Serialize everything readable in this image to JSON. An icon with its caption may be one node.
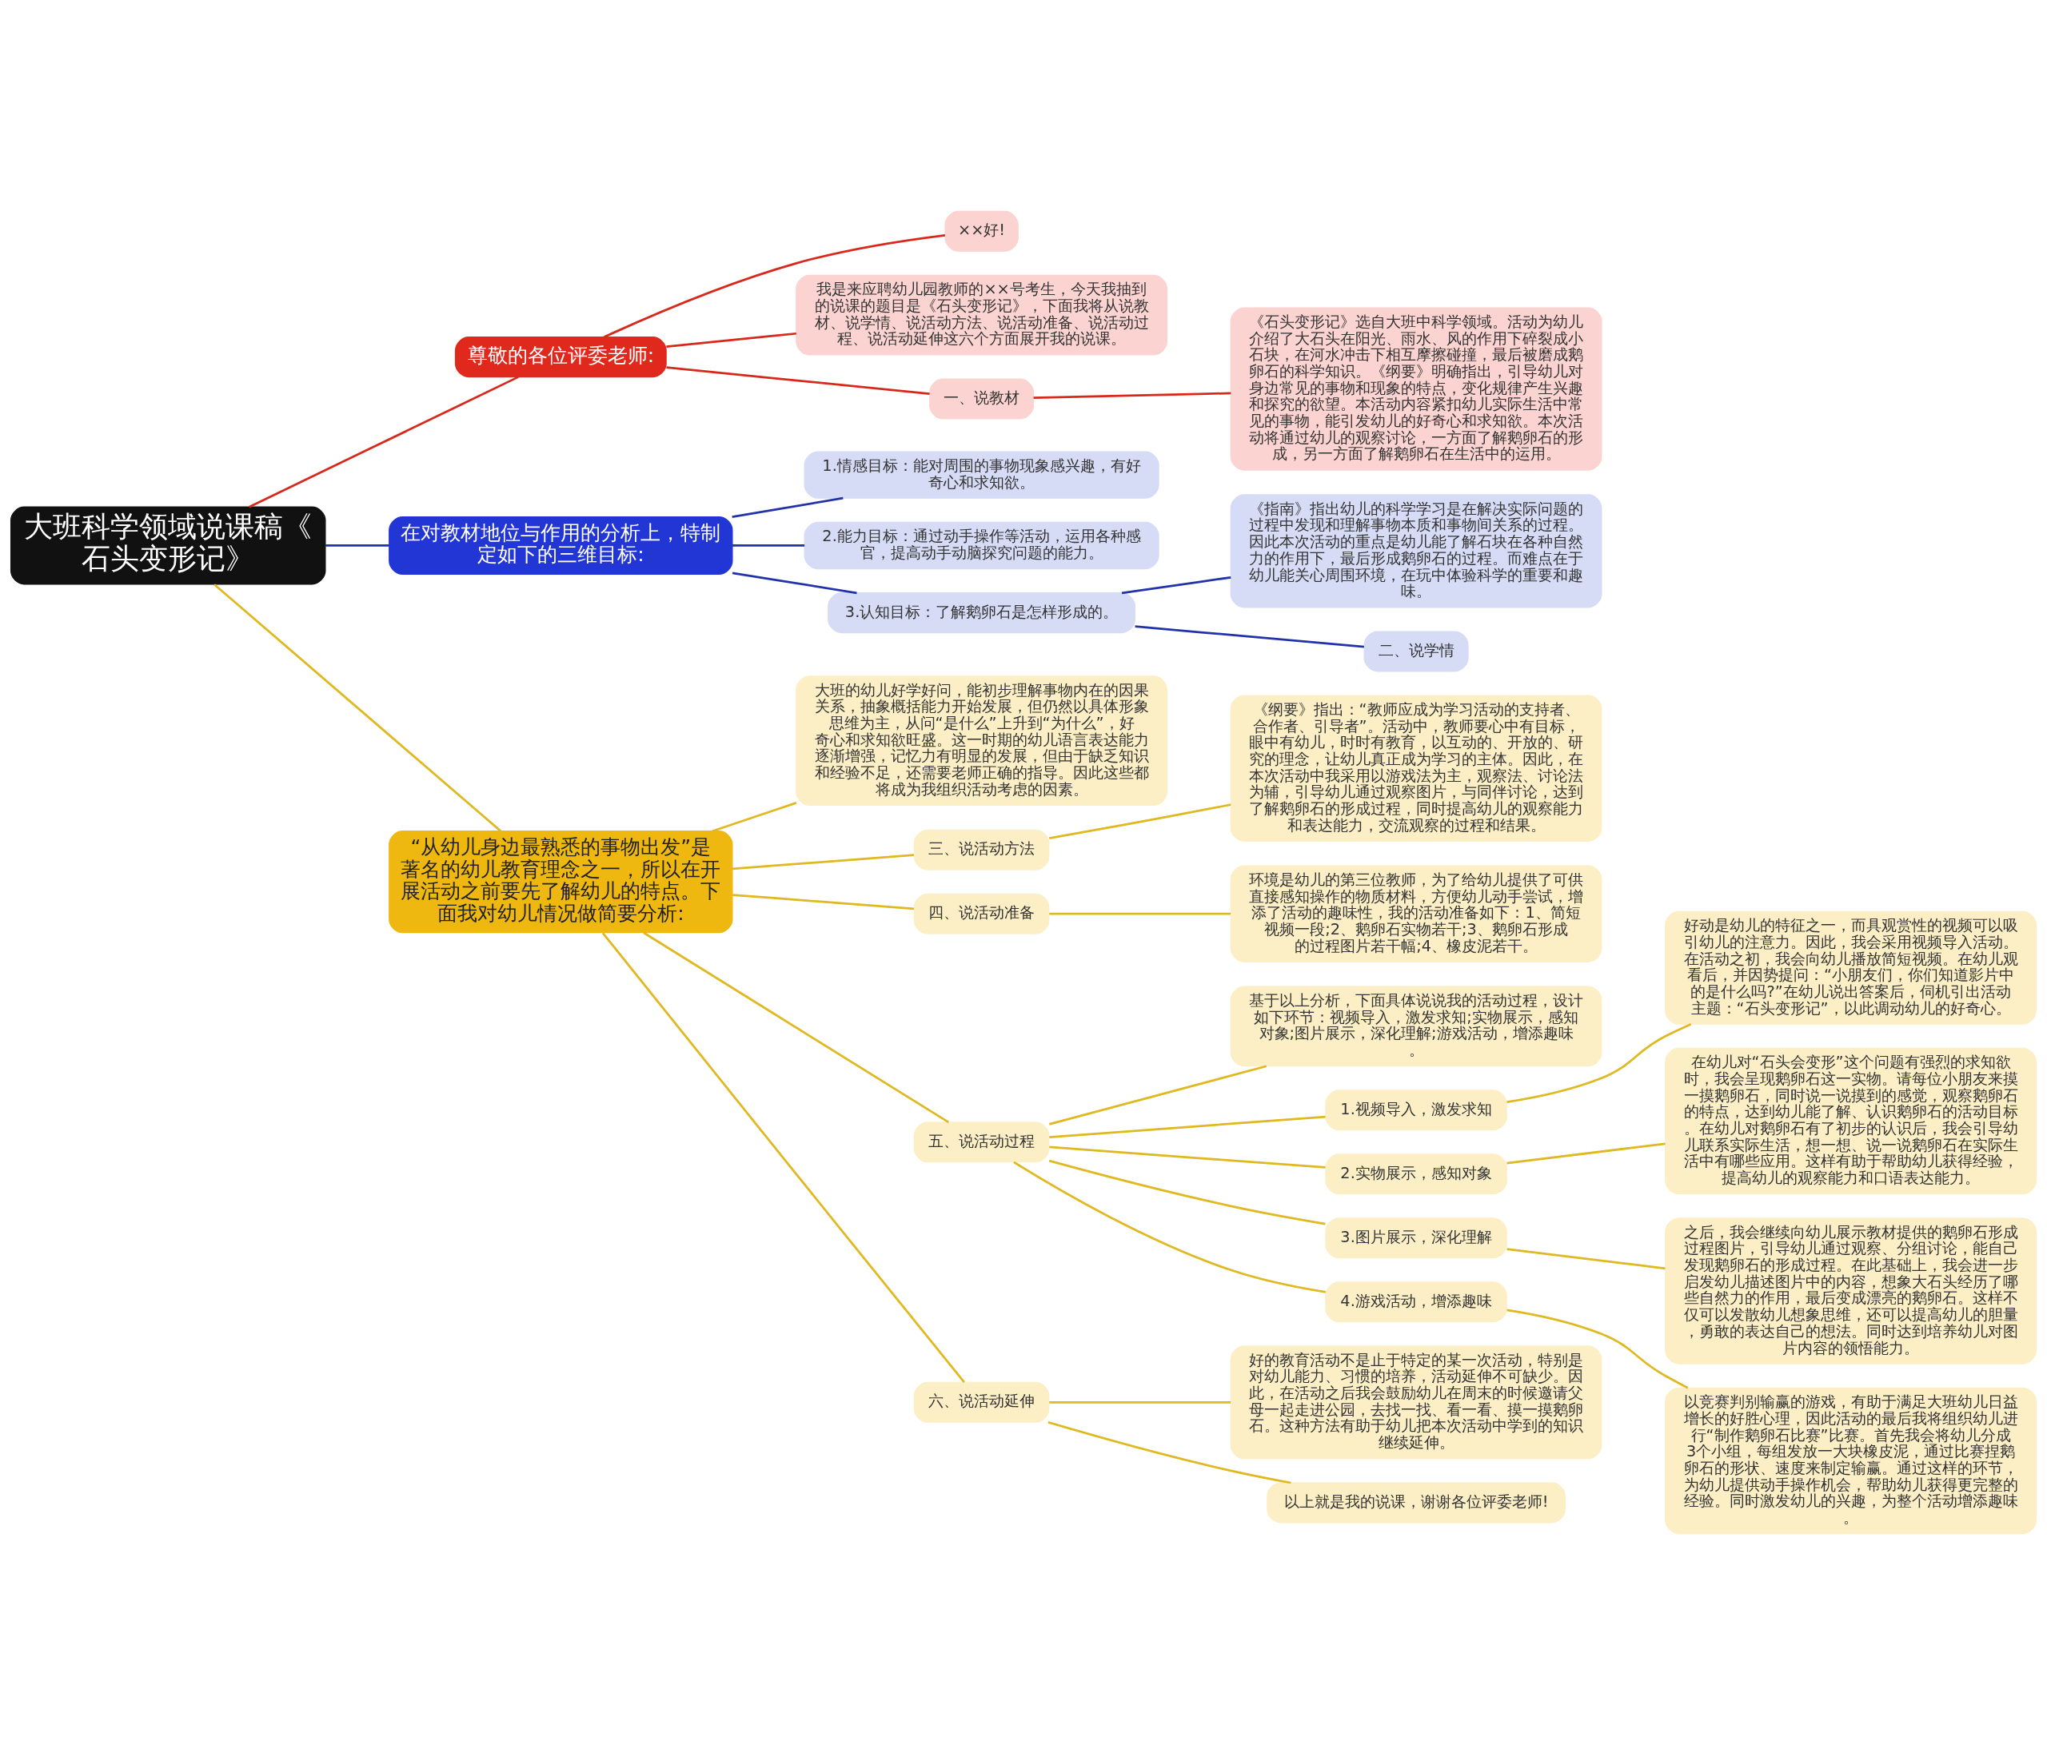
{
  "diagram": {
    "nodes": [
      {
        "text": [
          "大班科学领域说课稿《石头变形记》"
        ]
      },
      {
        "text": [
          "尊敬的各位评委老师:"
        ]
      },
      {
        "text": [
          "××好!"
        ]
      },
      {
        "text": [
          "我是来应聘幼儿园教师的××号考生，今天我抽到的说课的题目是《石头变形记》，下面我将从说教材、说学情、说活动方法、说活动准备、说活动过程、说活动延伸这六个方面展开我的说课。"
        ]
      },
      {
        "text": [
          "一、说教材"
        ]
      },
      {
        "text": [
          "《石头变形记》选自大班中科学领域。活动为幼儿介绍了大石头在阳光、雨水、风的作用下碎裂成小石块，在河水冲击下相互摩擦碰撞，最后被磨成鹅卵石的科学知识。《纲要》明确指出，引导幼儿对身边常见的事物和现象的特点，变化规律产生兴趣和探究的欲望。本活动内容紧扣幼儿实际生活中常见的事物，能引发幼儿的好奇心和求知欲。本次活动将通过幼儿的观察讨论，一方面了解鹅卵石的形成，另一方面了解鹅卵石在生活中的运用。"
        ]
      },
      {
        "text": [
          "在对教材地位与作用的分析上，特制定如下的三维目标:"
        ]
      },
      {
        "text": [
          "1.情感目标：能对周围的事物现象感兴趣，有好奇心和求知欲。"
        ]
      },
      {
        "text": [
          "2.能力目标：通过动手操作等活动，运用各种感官，提高动手动脑探究问题的能力。"
        ]
      },
      {
        "text": [
          "3.认知目标：了解鹅卵石是怎样形成的。"
        ]
      },
      {
        "text": [
          "《指南》指出幼儿的科学学习是在解决实际问题的过程中发现和理解事物本质和事物间关系的过程。因此本次活动的重点是幼儿能了解石块在各种自然力的作用下，最后形成鹅卵石的过程。而难点在于幼儿能关心周围环境，在玩中体验科学的重要和趣味。"
        ]
      },
      {
        "text": [
          "二、说学情"
        ]
      },
      {
        "text": [
          "“从幼儿身边最熟悉的事物出发”是著名的幼儿教育理念之一，所以在开展活动之前要先了解幼儿的特点。下面我对幼儿情况做简要分析:"
        ]
      },
      {
        "text": [
          "大班的幼儿好学好问，能初步理解事物内在的因果关系，抽象概括能力开始发展，但仍然以具体形象思维为主，从问“是什么”上升到“为什么”，好奇心和求知欲旺盛。这一时期的幼儿语言表达能力逐渐增强，记忆力有明显的发展，但由于缺乏知识和经验不足，还需要老师正确的指导。因此这些都将成为我组织活动考虑的因素。"
        ]
      },
      {
        "text": [
          "三、说活动方法"
        ]
      },
      {
        "text": [
          "《纲要》指出：“教师应成为学习活动的支持者、合作者、引导者”。活动中，教师要心中有目标，眼中有幼儿，时时有教育，以互动的、开放的、研究的理念，让幼儿真正成为学习的主体。因此，在本次活动中我采用以游戏法为主，观察法、讨论法为辅，引导幼儿通过观察图片，与同伴讨论，达到了解鹅卵石的形成过程，同时提高幼儿的观察能力和表达能力，交流观察的过程和结果。"
        ]
      },
      {
        "text": [
          "四、说活动准备"
        ]
      },
      {
        "text": [
          "环境是幼儿的第三位教师，为了给幼儿提供了可供直接感知操作的物质材料，方便幼儿动手尝试，增添了活动的趣味性，我的活动准备如下：1、简短视频一段;2、鹅卵石实物若干;3、鹅卵石形成的过程图片若干幅;4、橡皮泥若干。"
        ]
      },
      {
        "text": [
          "五、说活动过程"
        ]
      },
      {
        "text": [
          "基于以上分析，下面具体说说我的活动过程，设计如下环节：视频导入，激发求知;实物展示，感知对象;图片展示，深化理解;游戏活动，增添趣味。"
        ]
      },
      {
        "text": [
          "1.视频导入，激发求知"
        ]
      },
      {
        "text": [
          "好动是幼儿的特征之一，而具观赏性的视频可以吸引幼儿的注意力。因此，我会采用视频导入活动。在活动之初，我会向幼儿播放简短视频。在幼儿观看后，并因势提问：“小朋友们，你们知道影片中的是什么吗?”在幼儿说出答案后，伺机引出活动主题：“石头变形记”，以此调动幼儿的好奇心。"
        ]
      },
      {
        "text": [
          "2.实物展示，感知对象"
        ]
      },
      {
        "text": [
          "在幼儿对“石头会变形”这个问题有强烈的求知欲时，我会呈现鹅卵石这一实物。请每位小朋友来摸一摸鹅卵石，同时说一说摸到的感觉，观察鹅卵石的特点，达到幼儿能了解、认识鹅卵石的活动目标。在幼儿对鹅卵石有了初步的认识后，我会引导幼儿联系实际生活，想一想、说一说鹅卵石在实际生活中有哪些应用。这样有助于帮助幼儿获得经验，提高幼儿的观察能力和口语表达能力。"
        ]
      },
      {
        "text": [
          "3.图片展示，深化理解"
        ]
      },
      {
        "text": [
          "之后，我会继续向幼儿展示教材提供的鹅卵石形成过程图片，引导幼儿通过观察、分组讨论，能自己发现鹅卵石的形成过程。在此基础上，我会进一步启发幼儿描述图片中的内容，想象大石头经历了哪些自然力的作用，最后变成漂亮的鹅卵石。这样不仅可以发散幼儿想象思维，还可以提高幼儿的胆量，勇敢的表达自己的想法。同时达到培养幼儿对图片内容的领悟能力。"
        ]
      },
      {
        "text": [
          "4.游戏活动，增添趣味"
        ]
      },
      {
        "text": [
          "以竞赛判别输赢的游戏，有助于满足大班幼儿日益增长的好胜心理，因此活动的最后我将组织幼儿进行“制作鹅卵石比赛”比赛。首先我会将幼儿分成3个小组，每组发放一大块橡皮泥，通过比赛捏鹅卵石的形状、速度来制定输赢。通过这样的环节，为幼儿提供动手操作机会，帮助幼儿获得更完整的经验。同时激发幼儿的兴趣，为整个活动增添趣味。"
        ]
      },
      {
        "text": [
          "六、说活动延伸"
        ]
      },
      {
        "text": [
          "好的教育活动不是止于特定的某一次活动，特别是对幼儿能力、习惯的培养，活动延伸不可缺少。因此，在活动之后我会鼓励幼儿在周末的时候邀请父母一起走进公园，去找一找、看一看、摸一摸鹅卵石。这种方法有助于幼儿把本次活动中学到的知识继续延伸。"
        ]
      },
      {
        "text": [
          "以上就是我的说课，谢谢各位评委老师!"
        ]
      }
    ],
    "edges": [
      {
        "from": 0,
        "to": 1,
        "arrow": "none",
        "color": "#d8281c"
      },
      {
        "from": 1,
        "to": 2,
        "arrow": "none",
        "color": "#d8281c"
      },
      {
        "from": 1,
        "to": 3,
        "arrow": "none",
        "color": "#d8281c"
      },
      {
        "from": 1,
        "to": 4,
        "arrow": "none",
        "color": "#d8281c"
      },
      {
        "from": 4,
        "to": 5,
        "arrow": "none",
        "color": "#d8281c"
      },
      {
        "from": 0,
        "to": 6,
        "arrow": "none",
        "color": "#2233aa"
      },
      {
        "from": 6,
        "to": 7,
        "arrow": "none",
        "color": "#2233aa"
      },
      {
        "from": 6,
        "to": 8,
        "arrow": "none",
        "color": "#2233aa"
      },
      {
        "from": 6,
        "to": 9,
        "arrow": "none",
        "color": "#2233aa"
      },
      {
        "from": 9,
        "to": 10,
        "arrow": "none",
        "color": "#2233aa"
      },
      {
        "from": 9,
        "to": 11,
        "arrow": "none",
        "color": "#2233aa"
      },
      {
        "from": 0,
        "to": 12,
        "arrow": "none"
      },
      {
        "from": 12,
        "to": 13,
        "arrow": "none"
      },
      {
        "from": 12,
        "to": 14,
        "arrow": "none"
      },
      {
        "from": 14,
        "to": 15,
        "arrow": "none"
      },
      {
        "from": 12,
        "to": 16,
        "arrow": "none"
      },
      {
        "from": 16,
        "to": 17,
        "arrow": "none"
      },
      {
        "from": 12,
        "to": 18,
        "arrow": "none"
      },
      {
        "from": 18,
        "to": 19,
        "arrow": "none"
      },
      {
        "from": 18,
        "to": 20,
        "arrow": "none"
      },
      {
        "from": 20,
        "to": 21,
        "arrow": "none"
      },
      {
        "from": 18,
        "to": 22,
        "arrow": "none"
      },
      {
        "from": 22,
        "to": 23,
        "arrow": "none"
      },
      {
        "from": 18,
        "to": 24,
        "arrow": "none"
      },
      {
        "from": 24,
        "to": 25,
        "arrow": "none"
      },
      {
        "from": 18,
        "to": 26,
        "arrow": "none"
      },
      {
        "from": 26,
        "to": 27,
        "arrow": "none"
      },
      {
        "from": 12,
        "to": 28,
        "arrow": "none"
      },
      {
        "from": 28,
        "to": 29,
        "arrow": "none"
      },
      {
        "from": 28,
        "to": 30,
        "arrow": "none"
      }
    ]
  }
}
